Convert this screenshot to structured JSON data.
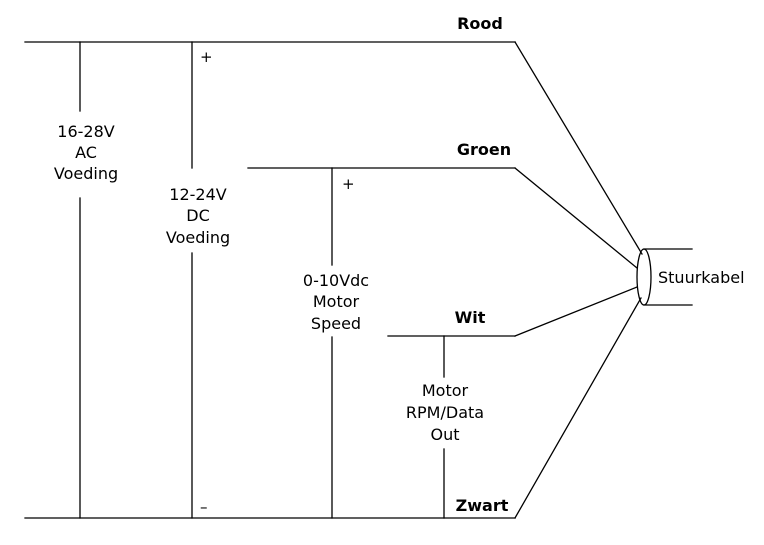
{
  "diagram": {
    "wires": {
      "red": "Rood",
      "green": "Groen",
      "white": "Wit",
      "black": "Zwart"
    },
    "sources": {
      "ac_supply": [
        "16-28V",
        "AC",
        "Voeding"
      ],
      "dc_supply": [
        "12-24V",
        "DC",
        "Voeding"
      ],
      "speed_input": [
        "0-10Vdc",
        "Motor",
        "Speed"
      ],
      "rpm_output": [
        "Motor",
        "RPM/Data",
        "Out"
      ]
    },
    "polarity": {
      "plus": "+",
      "minus": "–"
    },
    "cable_label": "Stuurkabel"
  }
}
